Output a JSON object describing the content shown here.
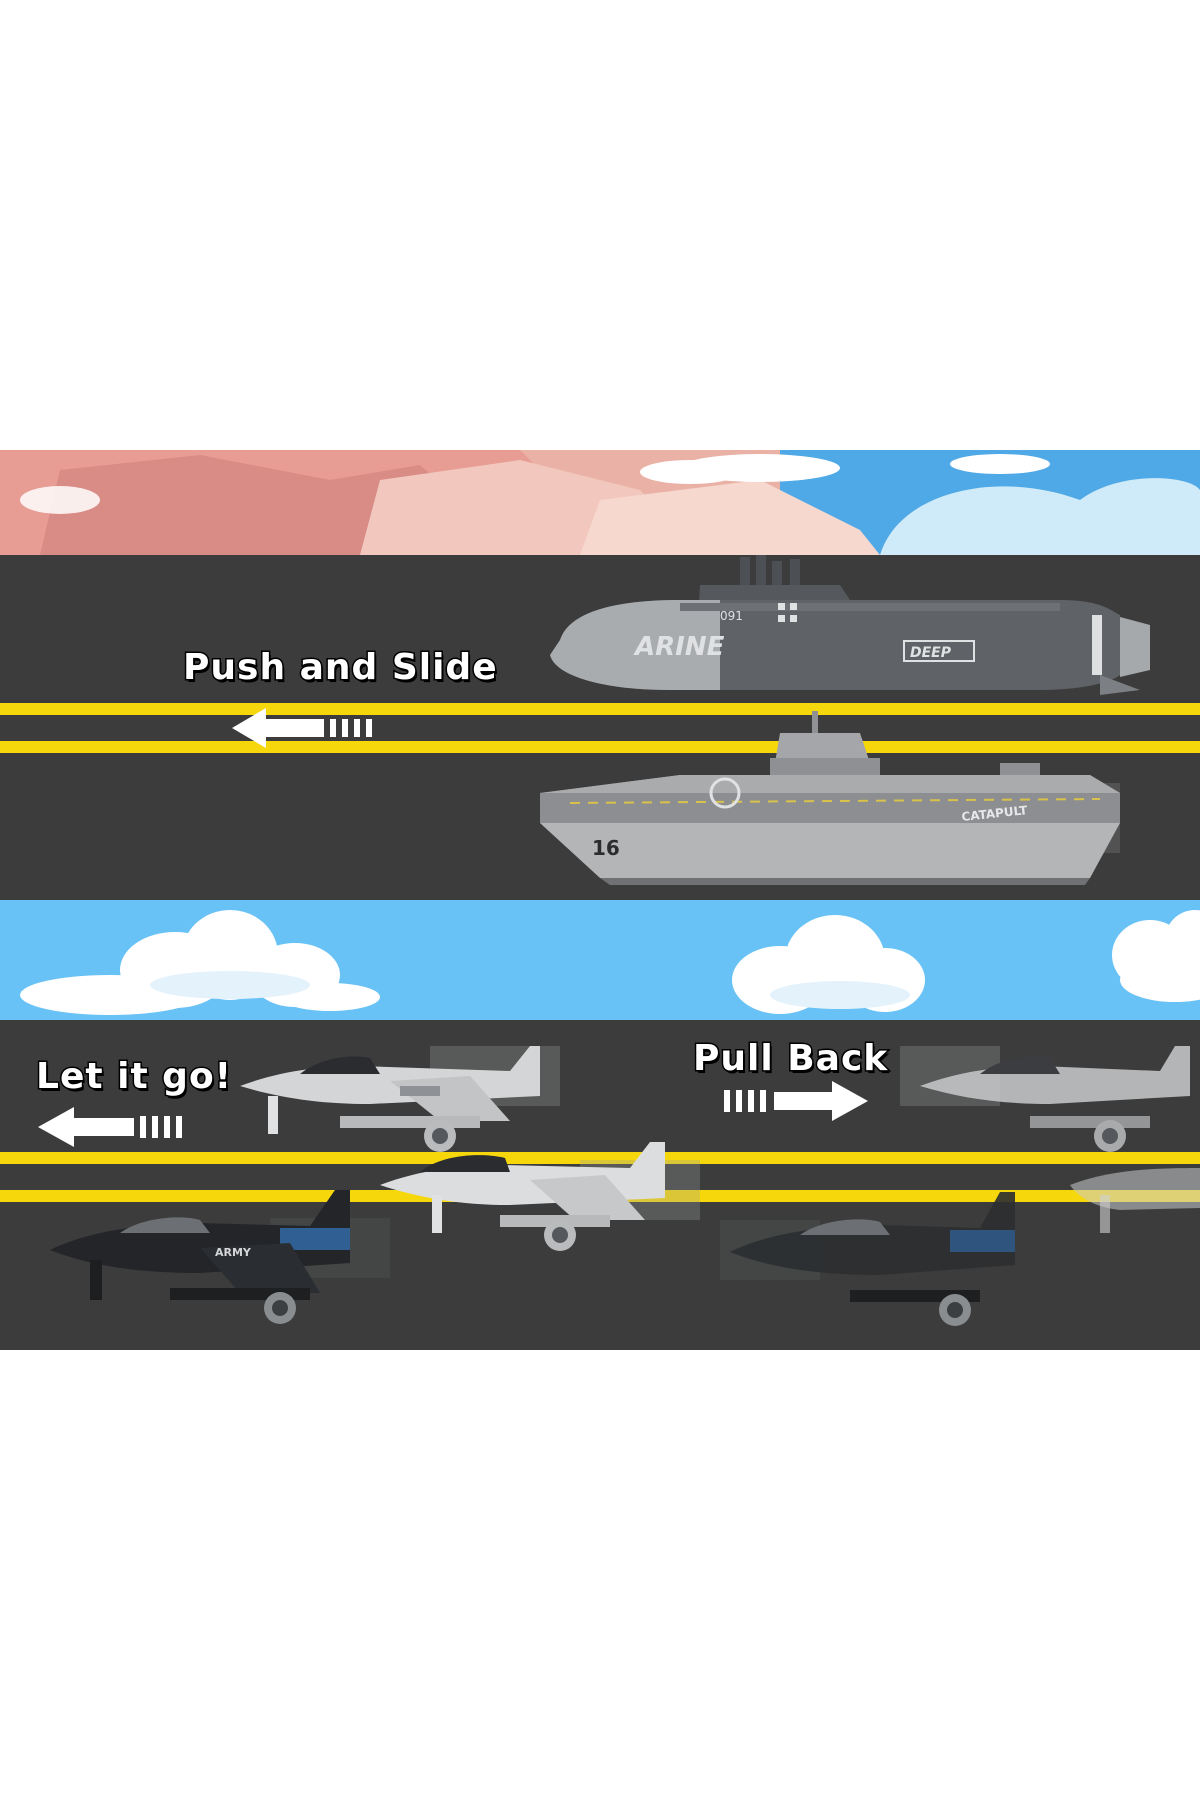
{
  "captions": {
    "push_slide": "Push and Slide",
    "let_go": "Let it go!",
    "pull_back": "Pull Back"
  },
  "toys": {
    "submarine": {
      "hull_text": "ARINE",
      "badge_text": "DEEP",
      "tower_text": "091"
    },
    "carrier": {
      "hull_number": "16",
      "deck_text": "CATAPULT"
    },
    "jet_marking": "ARMY"
  },
  "icons": {
    "left_arrow": "arrow-left-icon",
    "right_arrow": "arrow-right-icon"
  },
  "colors": {
    "road": "#3c3c3c",
    "stripe": "#f6d70c",
    "sky": "#69c2f5",
    "cloud_pink": "#e8a19a",
    "submarine": "#5c5f63",
    "carrier": "#9b9d9f",
    "jet_light": "#d8d9db",
    "jet_dark": "#26282b"
  }
}
